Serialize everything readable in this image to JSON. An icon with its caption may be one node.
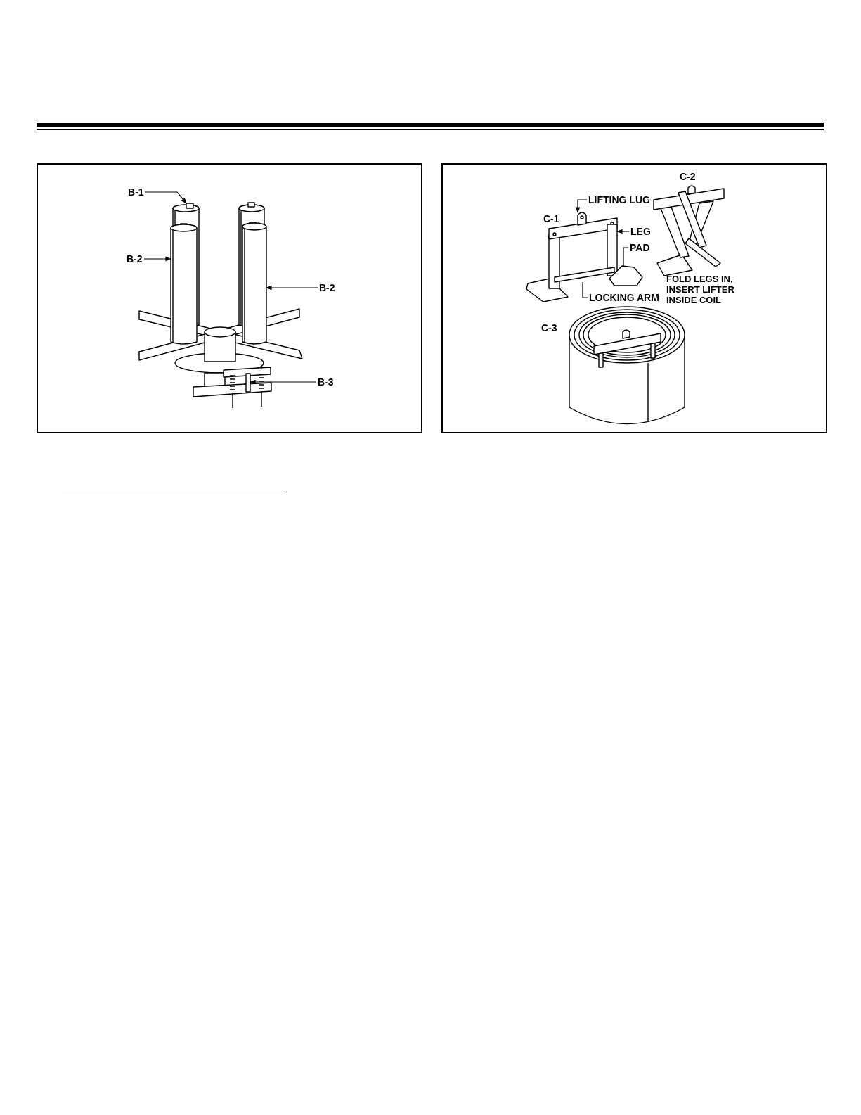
{
  "diagram": {
    "nodes": [
      {
        "text": [],
        "shape": "box"
      },
      {
        "text": [
          "B-1"
        ],
        "in": 0
      },
      {
        "text": [],
        "shape": "box",
        "in": 0
      },
      {
        "text": [
          "B-2"
        ],
        "in": 0
      },
      {
        "text": [],
        "shape": "picture",
        "in": 0
      },
      {
        "text": [
          "B-2"
        ],
        "in": 0
      },
      {
        "text": [],
        "shape": "picture",
        "in": 0
      },
      {
        "text": [
          "B-3"
        ],
        "in": 0
      },
      {
        "text": [],
        "shape": "bar",
        "in": 0
      },
      {
        "text": [],
        "shape": "box"
      },
      {
        "text": [
          "LIFTING LUG"
        ],
        "in": 9
      },
      {
        "text": [],
        "shape": "picture",
        "in": 9
      },
      {
        "text": [
          "LEG"
        ],
        "in": 9
      },
      {
        "text": [],
        "shape": "bar",
        "in": 9
      },
      {
        "text": [
          "PAD"
        ],
        "in": 9
      },
      {
        "text": [],
        "shape": "picture",
        "in": 9
      },
      {
        "text": [
          "LOCKING ARM"
        ],
        "in": 9
      },
      {
        "text": [],
        "shape": "bar",
        "in": 9
      }
    ],
    "edges": [
      {
        "from": 1,
        "to": 2,
        "arrow": "to"
      },
      {
        "from": 3,
        "to": 4,
        "arrow": "to"
      },
      {
        "from": 5,
        "to": 6,
        "arrow": "to"
      },
      {
        "from": 7,
        "to": 8,
        "arrow": "to"
      },
      {
        "from": 10,
        "to": 11,
        "arrow": "to"
      },
      {
        "from": 12,
        "to": 13,
        "arrow": "to"
      },
      {
        "from": 14,
        "to": 15,
        "arrow": "none"
      },
      {
        "from": 16,
        "to": 17,
        "arrow": "none"
      }
    ],
    "labels": [
      "C-2",
      "C-1",
      "FOLD LEGS IN, INSERT LIFTER INSIDE COIL",
      "C-3"
    ]
  }
}
